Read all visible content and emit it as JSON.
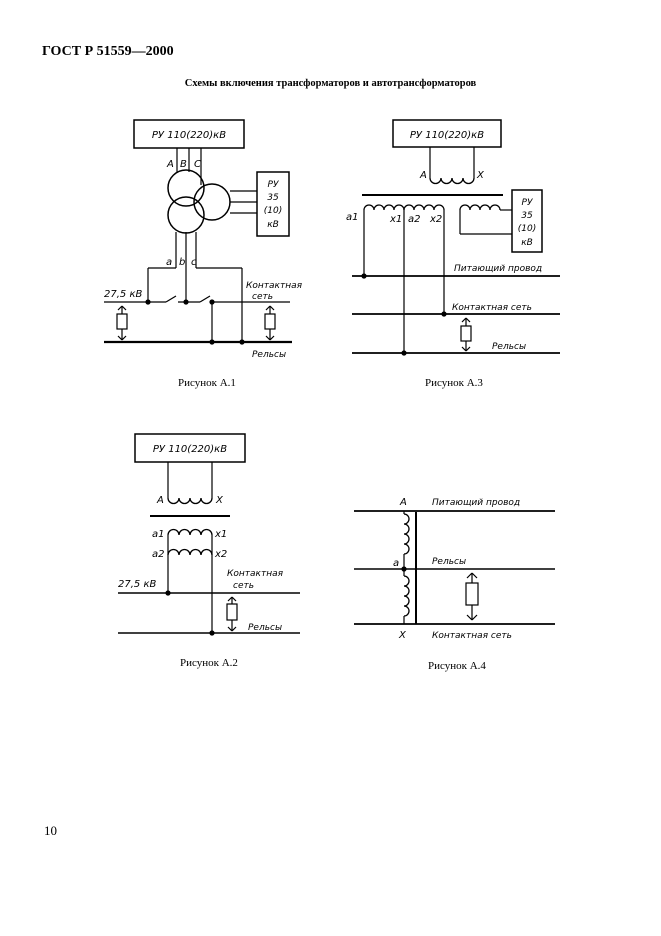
{
  "header": {
    "doc_code": "ГОСТ Р 51559—2000"
  },
  "section_title": "Схемы включения трансформаторов и автотрансформаторов",
  "figures": {
    "a1": {
      "caption": "Рисунок А.1",
      "ru_hv": "РУ 110(220)кВ",
      "phase_A": "А",
      "phase_B": "В",
      "phase_C": "С",
      "ru_mv_1": "РУ",
      "ru_mv_2": "35",
      "ru_mv_3": "(10)",
      "ru_mv_4": "кВ",
      "phase_a": "a",
      "phase_b": "b",
      "phase_c": "c",
      "voltage": "27,5 кВ",
      "contact_1": "Контактная",
      "contact_2": "сеть",
      "rails": "Рельсы"
    },
    "a2": {
      "caption": "Рисунок А.2",
      "ru_hv": "РУ 110(220)кВ",
      "term_A": "А",
      "term_X": "X",
      "term_a1": "a1",
      "term_x1": "x1",
      "term_a2": "a2",
      "term_x2": "x2",
      "voltage": "27,5 кВ",
      "contact_1": "Контактная",
      "contact_2": "сеть",
      "rails": "Рельсы"
    },
    "a3": {
      "caption": "Рисунок А.3",
      "ru_hv": "РУ 110(220)кВ",
      "term_A": "А",
      "term_X": "X",
      "term_a1": "a1",
      "term_x1": "x1",
      "term_a2": "a2",
      "term_x2": "x2",
      "ru_mv_1": "РУ",
      "ru_mv_2": "35",
      "ru_mv_3": "(10)",
      "ru_mv_4": "кВ",
      "feeder": "Питающий провод",
      "contact": "Контактная сеть",
      "rails": "Рельсы"
    },
    "a4": {
      "caption": "Рисунок А.4",
      "term_A": "А",
      "term_a": "a",
      "term_X": "X",
      "feeder": "Питающий провод",
      "rails": "Рельсы",
      "contact": "Контактная сеть"
    }
  },
  "page_number": "10"
}
